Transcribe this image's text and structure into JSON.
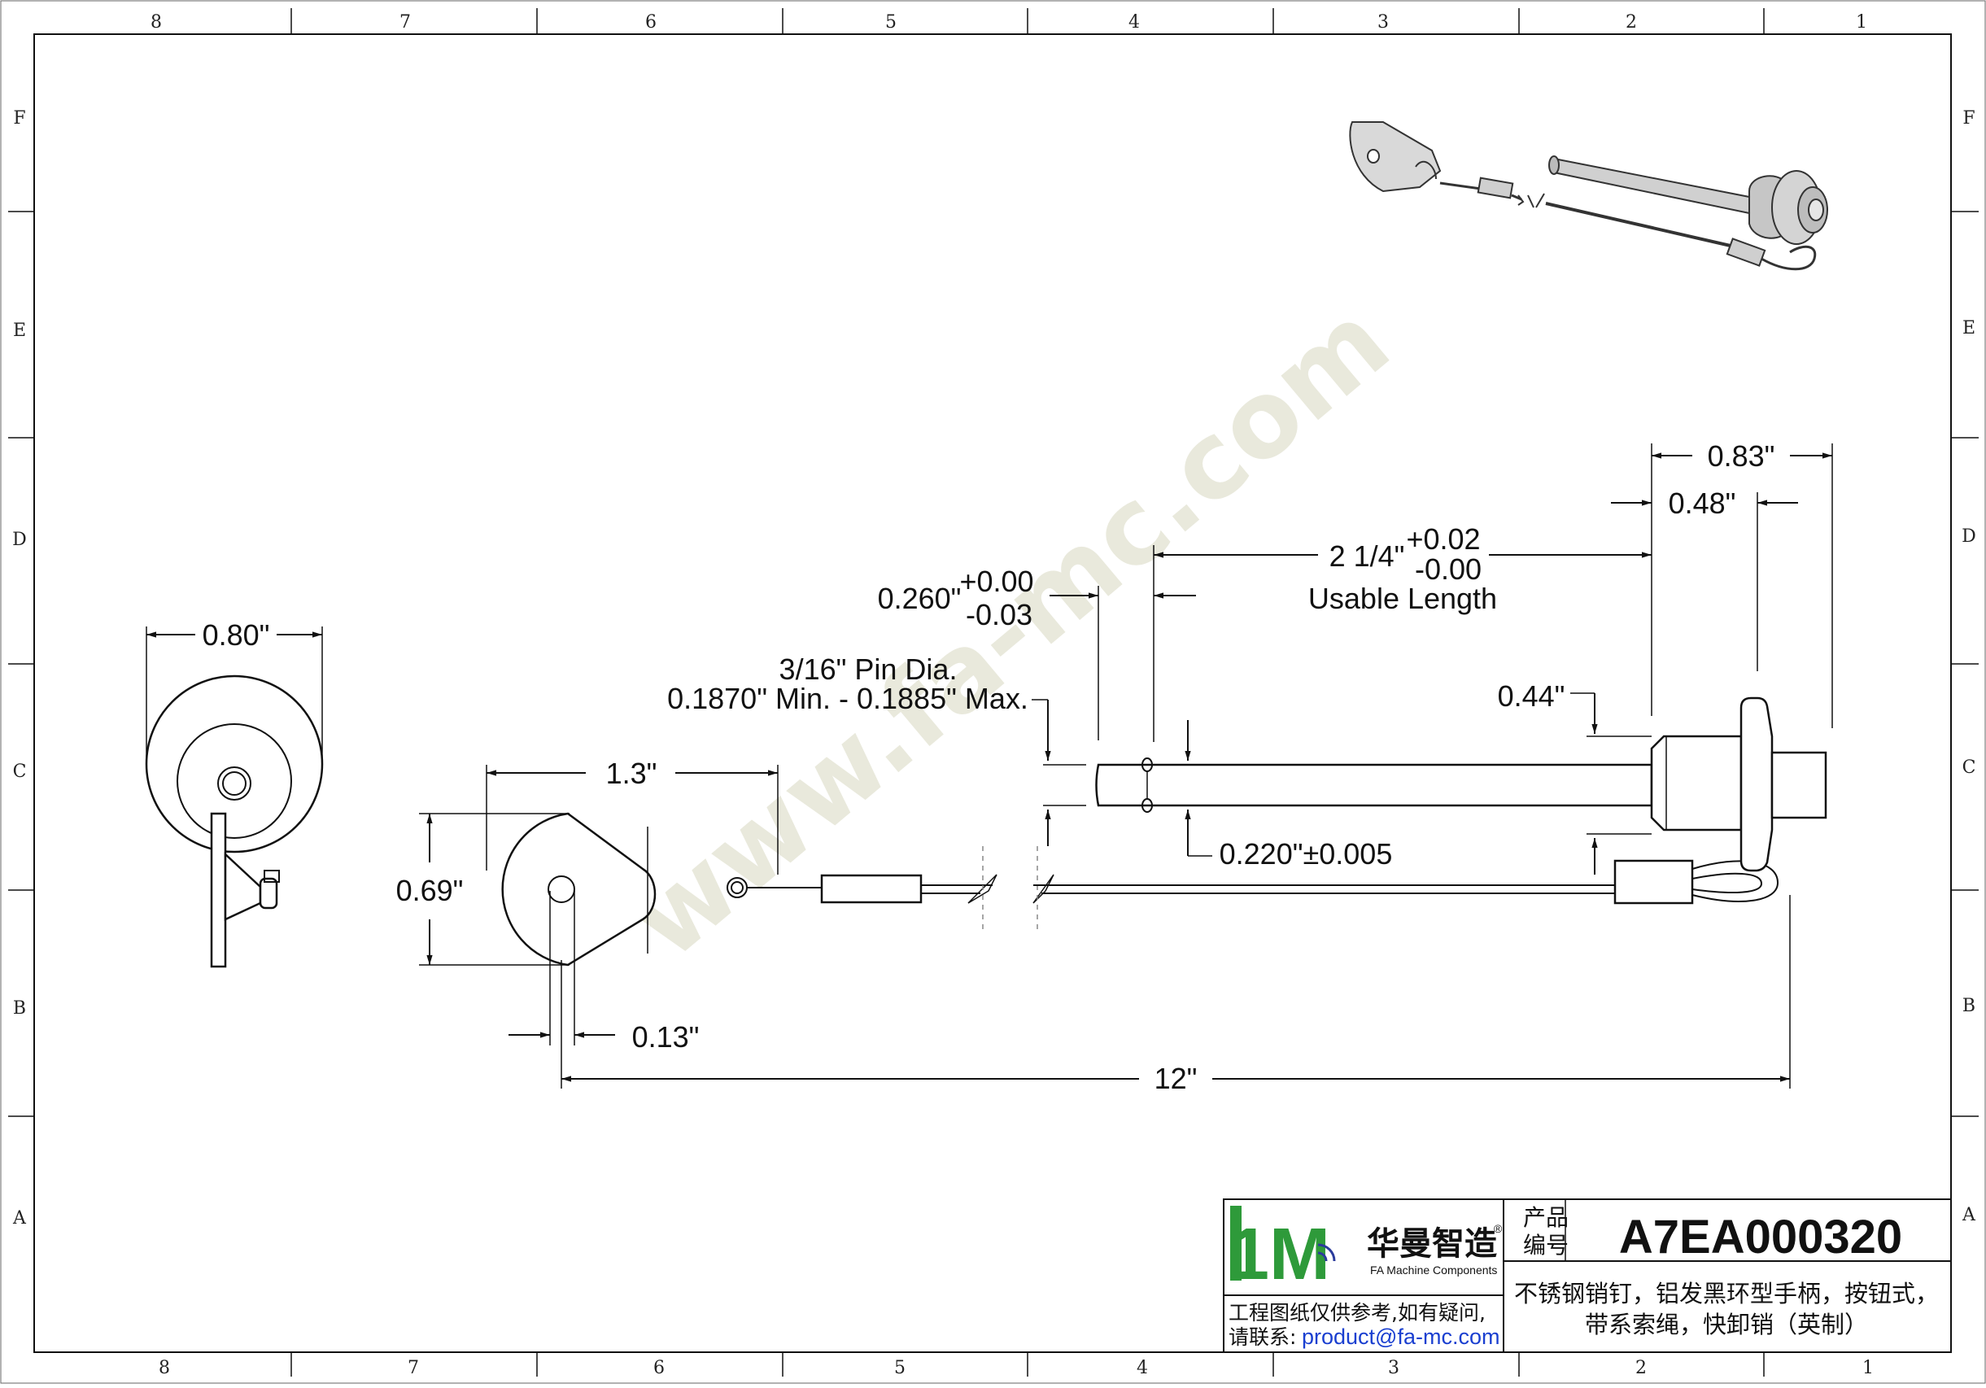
{
  "border": {
    "columns_top": [
      "8",
      "7",
      "6",
      "5",
      "4",
      "3",
      "2",
      "1"
    ],
    "columns_bottom": [
      "8",
      "7",
      "6",
      "5",
      "4",
      "3",
      "2",
      "1"
    ],
    "rows": [
      "F",
      "E",
      "D",
      "C",
      "B",
      "A"
    ]
  },
  "watermark": "www.fa-mc.com",
  "dimensions": {
    "d_080": "0.80\"",
    "d_083": "0.83\"",
    "d_048": "0.48\"",
    "d_214": "2 1/4\"",
    "d_214_plus": "+0.02",
    "d_214_minus": "-0.00",
    "usable": "Usable Length",
    "d_0260": "0.260\"",
    "d_0260_plus": "+0.00",
    "d_0260_minus": "-0.03",
    "pin_dia_1": "3/16\" Pin Dia.",
    "pin_dia_2": "0.1870\" Min. - 0.1885\" Max.",
    "d_044": "0.44\"",
    "d_13": "1.3\"",
    "d_069": "0.69\"",
    "d_0220": "0.220\"±0.005",
    "d_013": "0.13\"",
    "d_12": "12\""
  },
  "title_block": {
    "logo_mark": "1M",
    "logo_cn": "华曼智造",
    "logo_reg": "®",
    "logo_en": "FA Machine Components",
    "notice_line1": "工程图纸仅供参考,如有疑问,",
    "notice_label": "请联系:",
    "notice_email": "product@fa-mc.com",
    "code_label_1": "产品",
    "code_label_2": "编号",
    "code": "A7EA000320",
    "desc_line1": "不锈钢销钉，铝发黑环型手柄，按钮式，",
    "desc_line2": "带系索绳，快卸销（英制）"
  },
  "colors": {
    "line": "#111111",
    "watermark": "#e9e9dc",
    "logo_green": "#2e9a3a",
    "logo_blue": "#2b3b9c",
    "email": "#1a3fd0"
  }
}
